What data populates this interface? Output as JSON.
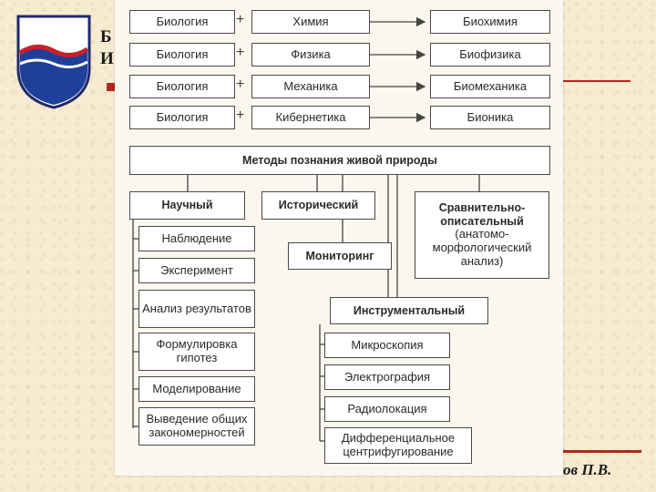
{
  "slide": {
    "left_letters": [
      "Б",
      "И"
    ],
    "author_fragment": "ков П.В."
  },
  "diagram": {
    "rows": [
      {
        "a": "Биология",
        "b": "Химия",
        "result": "Биохимия"
      },
      {
        "a": "Биология",
        "b": "Физика",
        "result": "Биофизика"
      },
      {
        "a": "Биология",
        "b": "Механика",
        "result": "Биомеханика"
      },
      {
        "a": "Биология",
        "b": "Кибернетика",
        "result": "Бионика"
      }
    ],
    "plus": "+",
    "root": "Методы познания живой природы",
    "scientific": {
      "label": "Научный",
      "items": [
        "Наблюдение",
        "Эксперимент",
        "Анализ результатов",
        "Формулировка гипотез",
        "Моделирование",
        "Выведение общих закономерностей"
      ]
    },
    "historical": "Исторический",
    "monitoring": "Мониторинг",
    "comparative": {
      "title": "Сравнительно-описательный",
      "subtitle": "(анатомо-морфологический анализ)"
    },
    "instrumental": {
      "label": "Инструментальный",
      "items": [
        "Микроскопия",
        "Электрография",
        "Радиолокация",
        "Дифференциальное центрифугирование"
      ]
    }
  }
}
